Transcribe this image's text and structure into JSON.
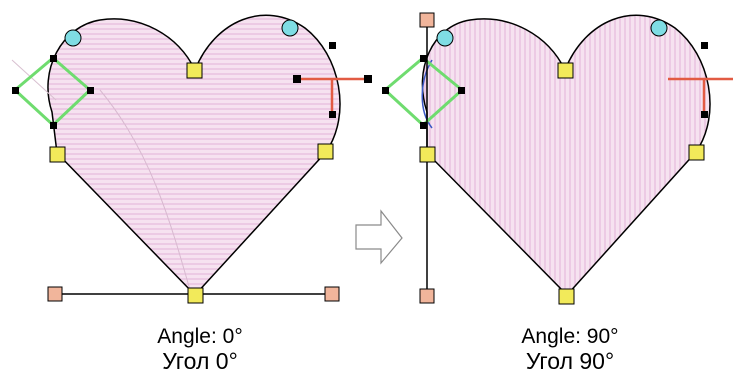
{
  "panels": {
    "left": {
      "caption_en": "Angle: 0°",
      "caption_ru": "Угол 0°"
    },
    "right": {
      "caption_en": "Angle: 90°",
      "caption_ru": "Угол 90°"
    }
  },
  "colors": {
    "fill": "#f6e2f0",
    "stitch": "#e2b3d7",
    "outline": "#000000",
    "diamond": "#6fdc6f",
    "red_handle": "#e25b43",
    "yellow_node": "#f2ea5a",
    "cyan_node": "#7fdde4",
    "peach_node": "#f1b59b",
    "arrow": "#8a8a8a"
  }
}
